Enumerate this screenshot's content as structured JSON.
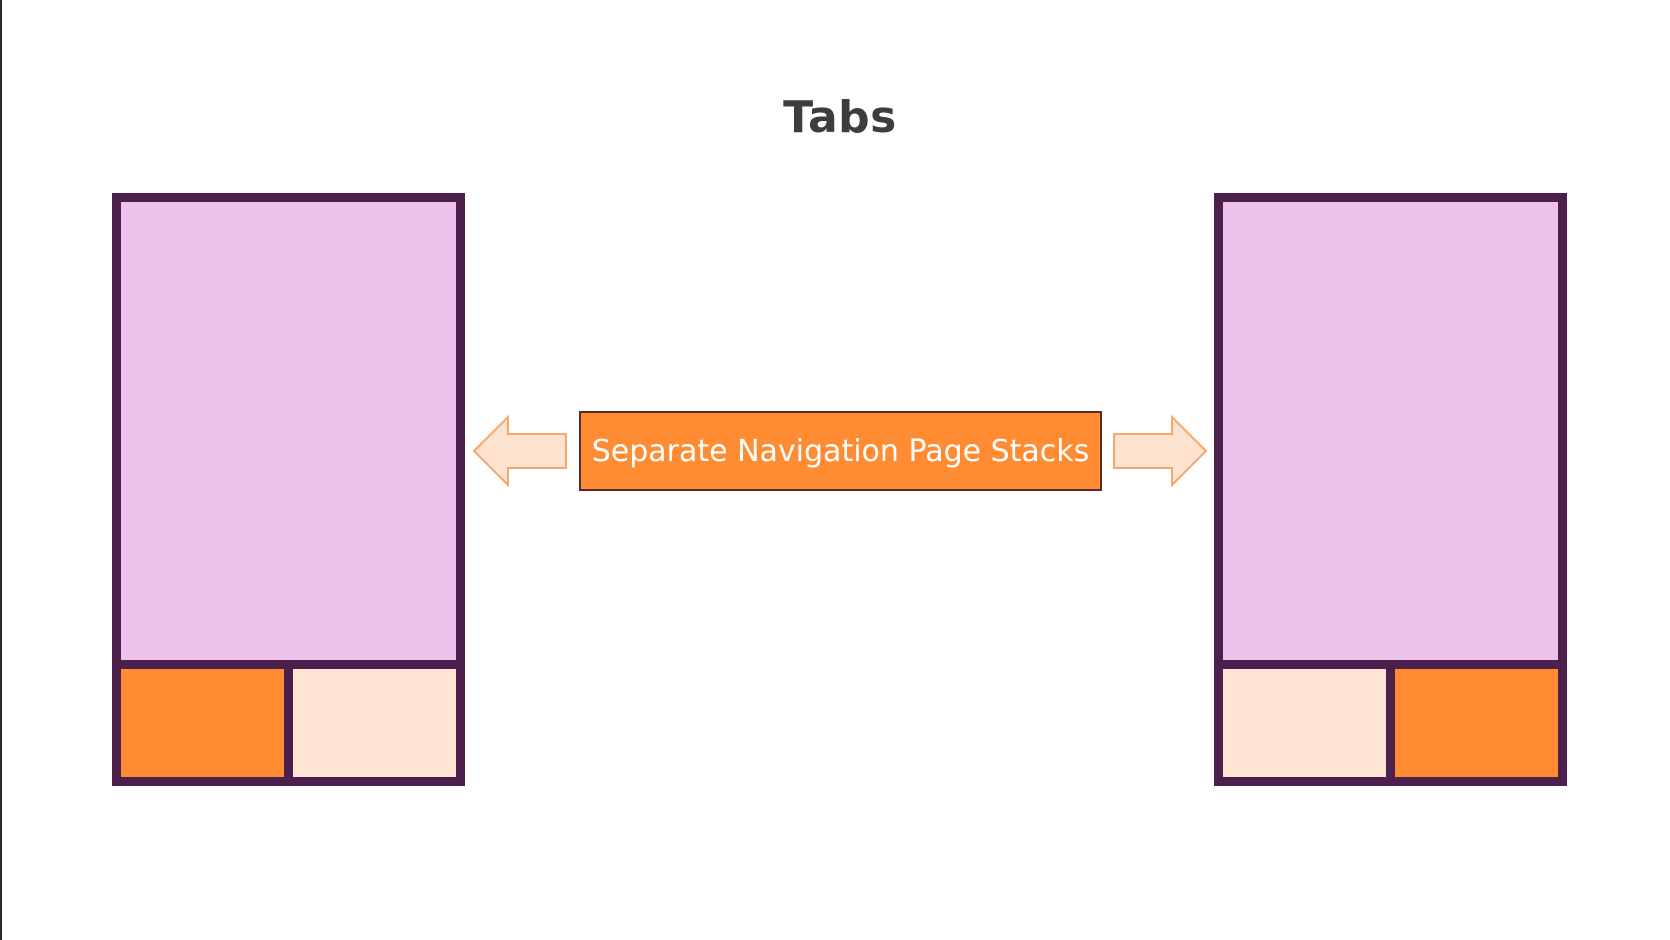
{
  "slide": {
    "title": "Tabs",
    "center_label": "Separate Navigation Page Stacks"
  },
  "phones": [
    {
      "name": "left-phone",
      "active_tab": 1,
      "tabs": 2
    },
    {
      "name": "right-phone",
      "active_tab": 2,
      "tabs": 2
    }
  ],
  "colors": {
    "frame": "#4c1f4c",
    "screen": "#ecc1ea",
    "tab_active": "#ff8b33",
    "tab_inactive": "#ffe6d4",
    "arrow_fill": "#fde3cf",
    "arrow_stroke": "#f5a86a",
    "title_text": "#3d3d3d"
  },
  "icons": {
    "left_arrow": "arrow-left-icon",
    "right_arrow": "arrow-right-icon"
  }
}
